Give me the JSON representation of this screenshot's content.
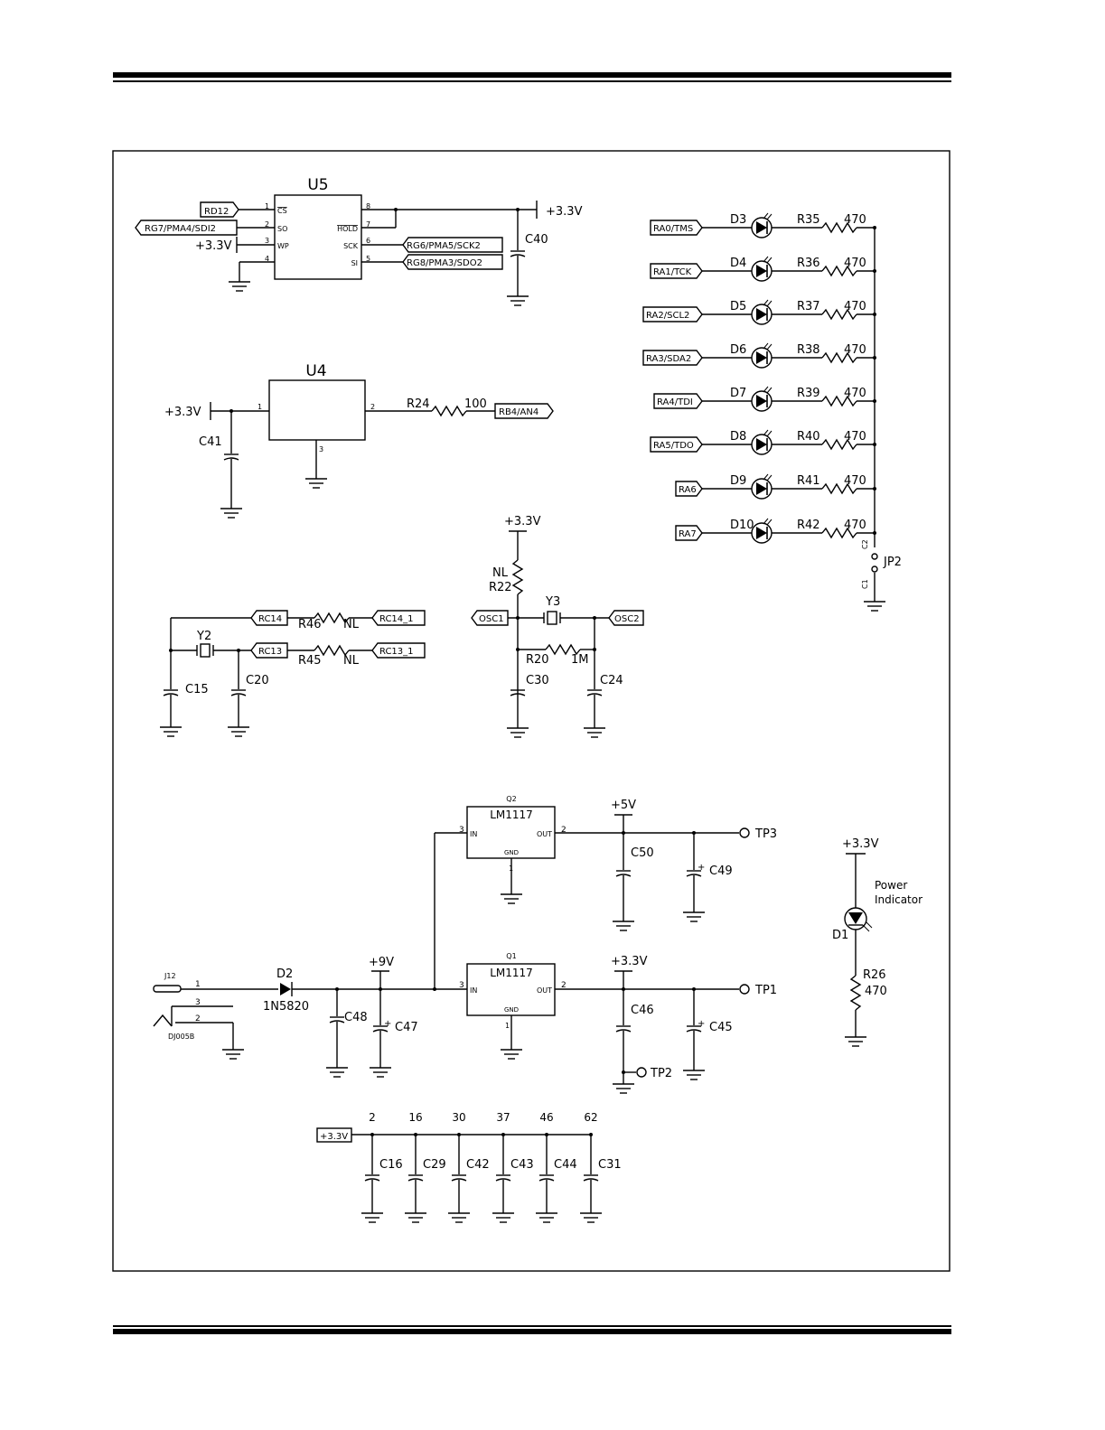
{
  "u5": {
    "ref": "U5",
    "left_pins": [
      {
        "num": "1",
        "name": "CS",
        "net": "RD12"
      },
      {
        "num": "2",
        "name": "SO",
        "net": "RG7/PMA4/SDI2"
      },
      {
        "num": "3",
        "name": "WP",
        "net": "+3.3V"
      },
      {
        "num": "4",
        "name": "",
        "net": ""
      }
    ],
    "right_pins": [
      {
        "num": "8",
        "name": ""
      },
      {
        "num": "7",
        "name": "HOLD"
      },
      {
        "num": "6",
        "name": "SCK",
        "net": "RG6/PMA5/SCK2"
      },
      {
        "num": "5",
        "name": "SI",
        "net": "RG8/PMA3/SDO2"
      }
    ],
    "supply": "+3.3V",
    "cap": "C40"
  },
  "u4": {
    "ref": "U4",
    "pin1": "1",
    "pin2": "2",
    "pin3": "3",
    "supply": "+3.3V",
    "cap": "C41",
    "resistor": "R24",
    "resistor_value": "100",
    "net": "RB4/AN4"
  },
  "leds": {
    "rows": [
      {
        "net": "RA0/TMS",
        "diode": "D3",
        "res": "R35",
        "val": "470"
      },
      {
        "net": "RA1/TCK",
        "diode": "D4",
        "res": "R36",
        "val": "470"
      },
      {
        "net": "RA2/SCL2",
        "diode": "D5",
        "res": "R37",
        "val": "470"
      },
      {
        "net": "RA3/SDA2",
        "diode": "D6",
        "res": "R38",
        "val": "470"
      },
      {
        "net": "RA4/TDI",
        "diode": "D7",
        "res": "R39",
        "val": "470"
      },
      {
        "net": "RA5/TDO",
        "diode": "D8",
        "res": "R40",
        "val": "470"
      },
      {
        "net": "RA6",
        "diode": "D9",
        "res": "R41",
        "val": "470"
      },
      {
        "net": "RA7",
        "diode": "D10",
        "res": "R42",
        "val": "470"
      }
    ],
    "jumper": "JP2",
    "jumper_pin2": "C2",
    "jumper_pin1": "C1"
  },
  "secondary_osc": {
    "net_rc14": "RC14",
    "net_rc13": "RC13",
    "res_top": "R46",
    "res_top_val": "NL",
    "net_top_out": "RC14_1",
    "res_bot": "R45",
    "res_bot_val": "NL",
    "net_bot_out": "RC13_1",
    "crystal": "Y2",
    "cap_left": "C15",
    "cap_right": "C20"
  },
  "primary_osc": {
    "supply": "+3.3V",
    "res_pull": "R22",
    "res_pull_val": "NL",
    "crystal": "Y3",
    "net_left": "OSC1",
    "net_right": "OSC2",
    "res_fb": "R20",
    "res_fb_val": "1M",
    "cap_left": "C30",
    "cap_right": "C24"
  },
  "power": {
    "q2": {
      "ref": "Q2",
      "part": "LM1117",
      "in": "IN",
      "out": "OUT",
      "gnd": "GND",
      "pin_in": "3",
      "pin_out": "2",
      "pin_gnd": "1"
    },
    "q1": {
      "ref": "Q1",
      "part": "LM1117",
      "in": "IN",
      "out": "OUT",
      "gnd": "GND",
      "pin_in": "3",
      "pin_out": "2",
      "pin_gnd": "1"
    },
    "rail_5v": "+5V",
    "rail_33v": "+3.3V",
    "rail_9v": "+9V",
    "c50": "C50",
    "c49": "C49",
    "c46": "C46",
    "c45": "C45",
    "c48": "C48",
    "c47": "C47",
    "tp3": "TP3",
    "tp1": "TP1",
    "tp2": "TP2",
    "jack": "J12",
    "jack_part": "DJ005B",
    "jack_pin1": "1",
    "jack_pin2": "2",
    "jack_pin3": "3",
    "diode": "D2",
    "diode_part": "1N5820",
    "plus": "+"
  },
  "indicator": {
    "supply": "+3.3V",
    "label_line1": "Power",
    "label_line2": "Indicator",
    "diode": "D1",
    "res": "R26",
    "res_val": "470"
  },
  "decoupling": {
    "supply": "+3.3V",
    "caps": [
      {
        "pin": "2",
        "ref": "C16"
      },
      {
        "pin": "16",
        "ref": "C29"
      },
      {
        "pin": "30",
        "ref": "C42"
      },
      {
        "pin": "37",
        "ref": "C43"
      },
      {
        "pin": "46",
        "ref": "C44"
      },
      {
        "pin": "62",
        "ref": "C31"
      }
    ]
  }
}
